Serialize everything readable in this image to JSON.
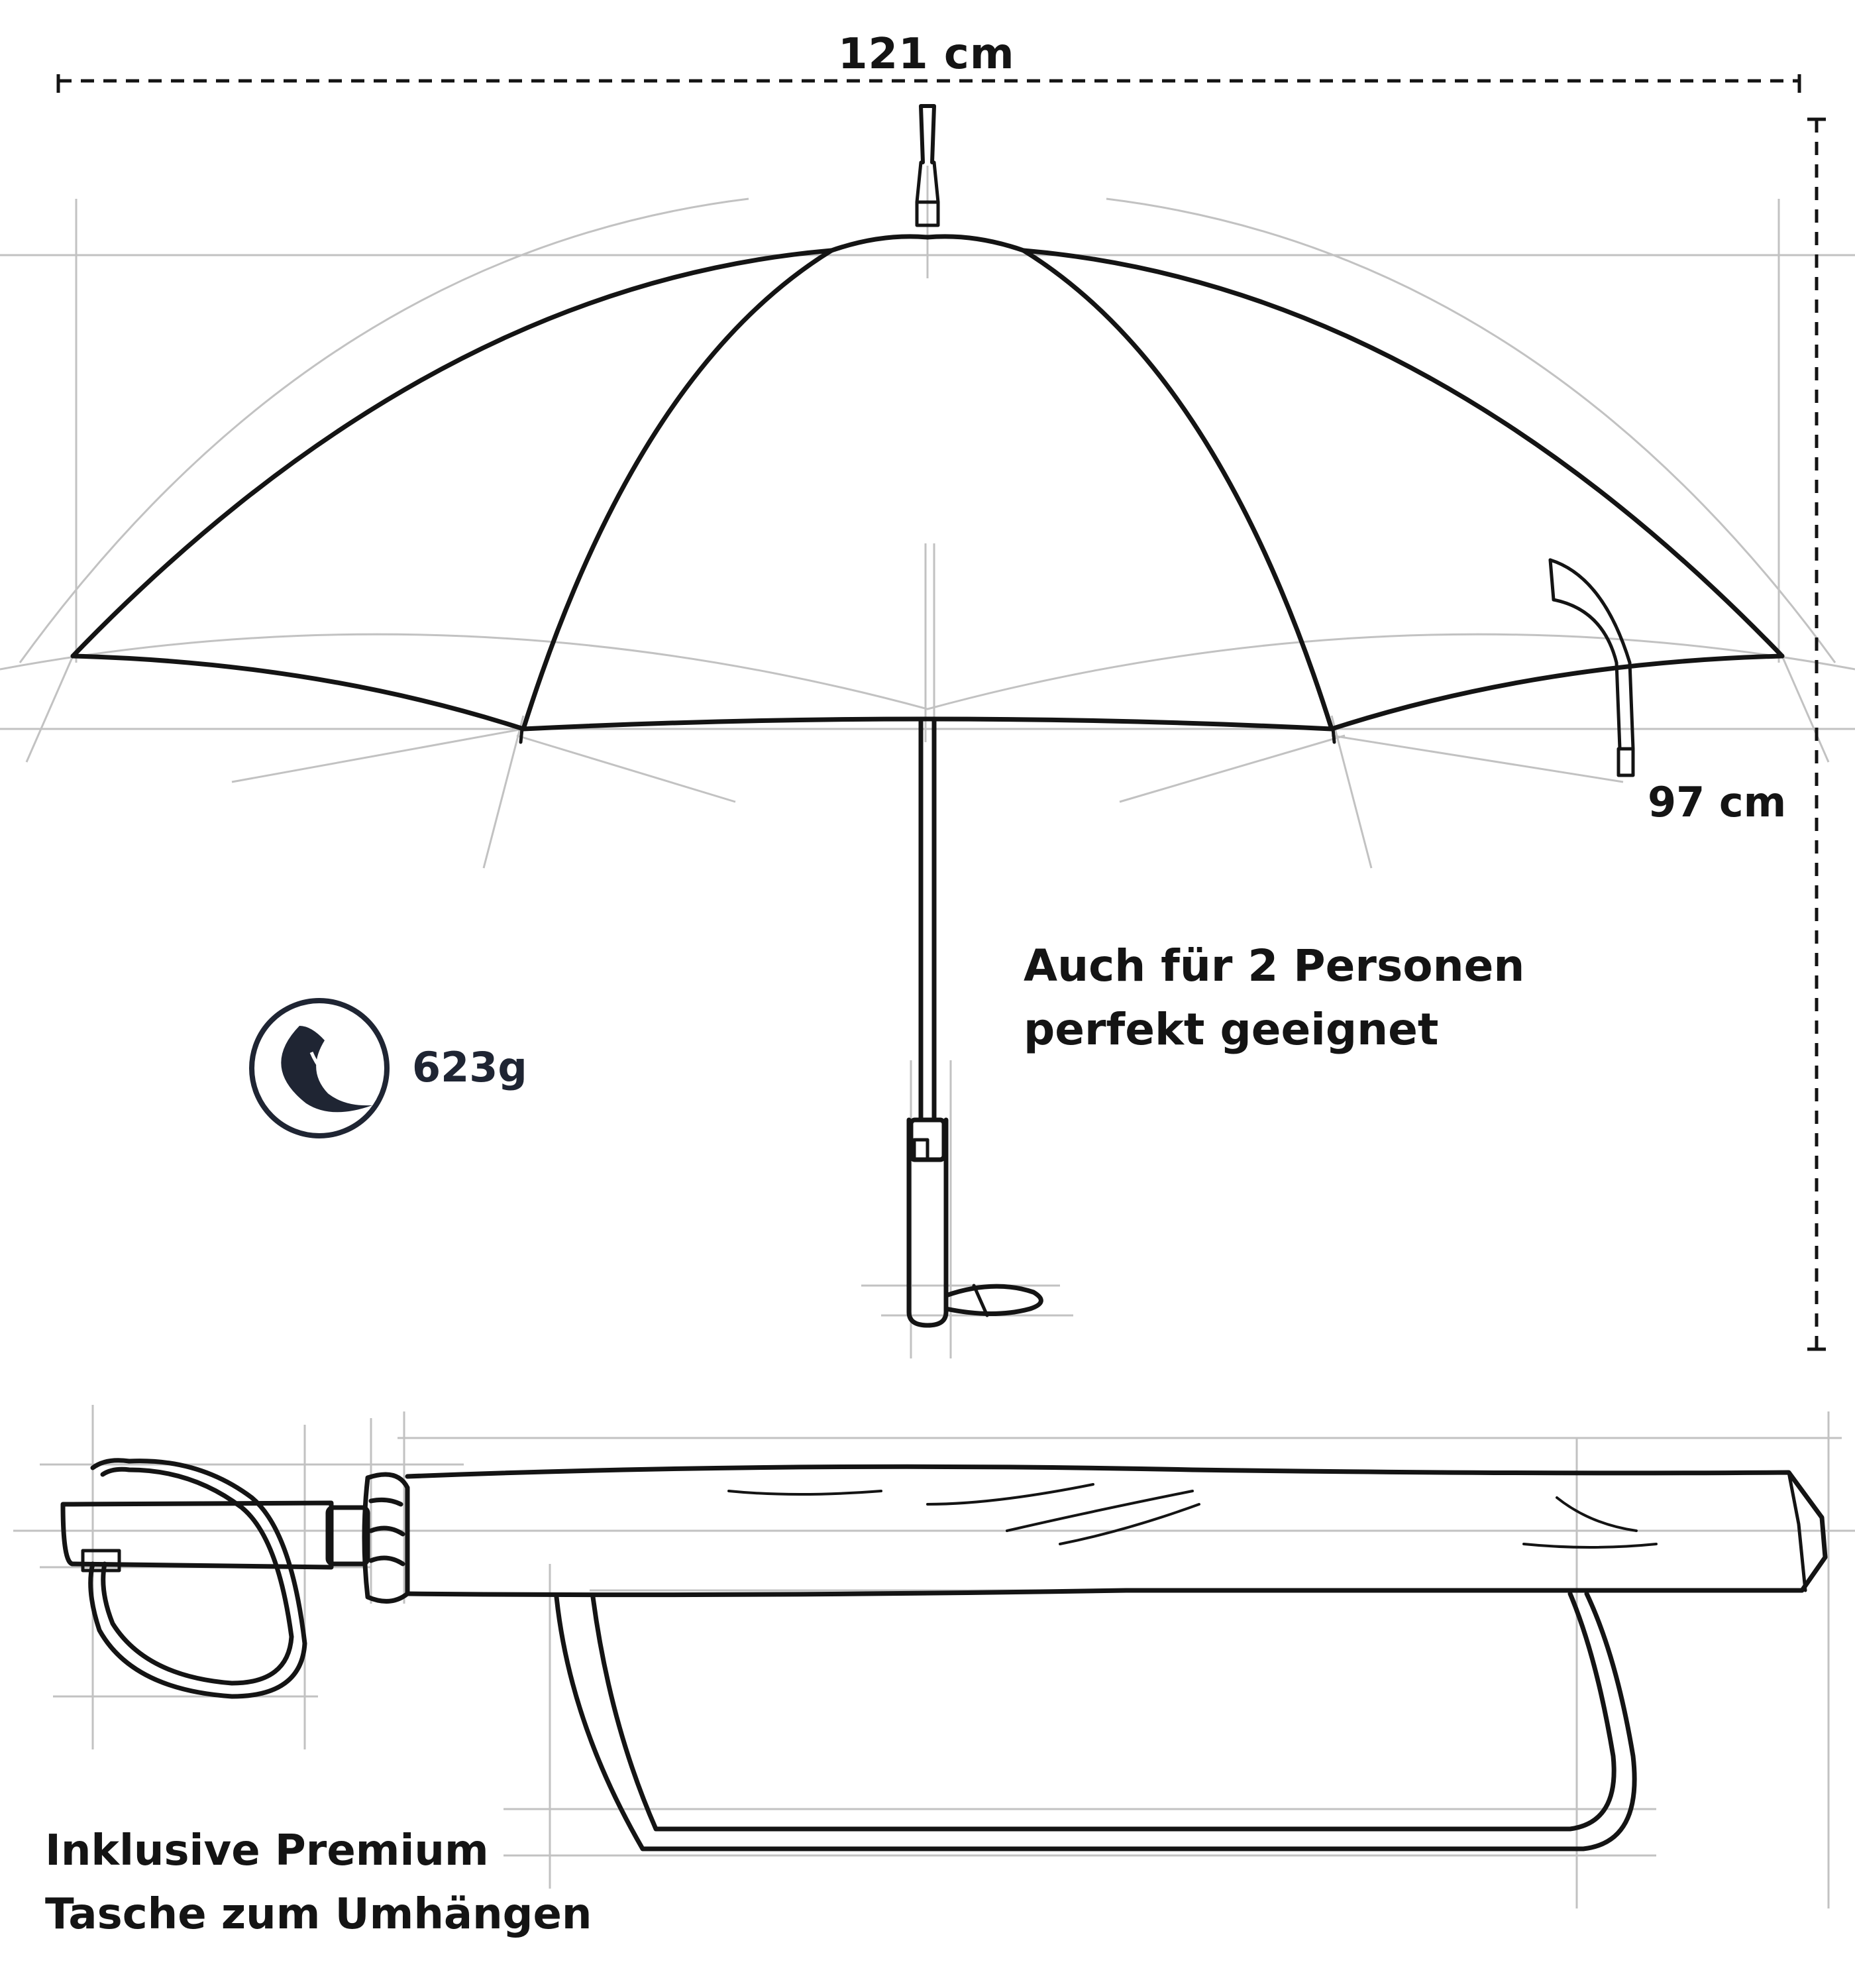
{
  "dimensions": {
    "width_label": "121 cm",
    "height_label": "97 cm"
  },
  "features": {
    "persons_line1": "Auch für 2 Personen",
    "persons_line2": "perfekt geeignet",
    "weight_label": "623g",
    "bag_line1": "Inklusive  Premium",
    "bag_line2": "Tasche zum Umhängen"
  },
  "icons": {
    "weight": "feather-icon"
  },
  "colors": {
    "ink": "#141414",
    "guide": "#b8b8b8",
    "icon_ring": "#1f2533"
  }
}
